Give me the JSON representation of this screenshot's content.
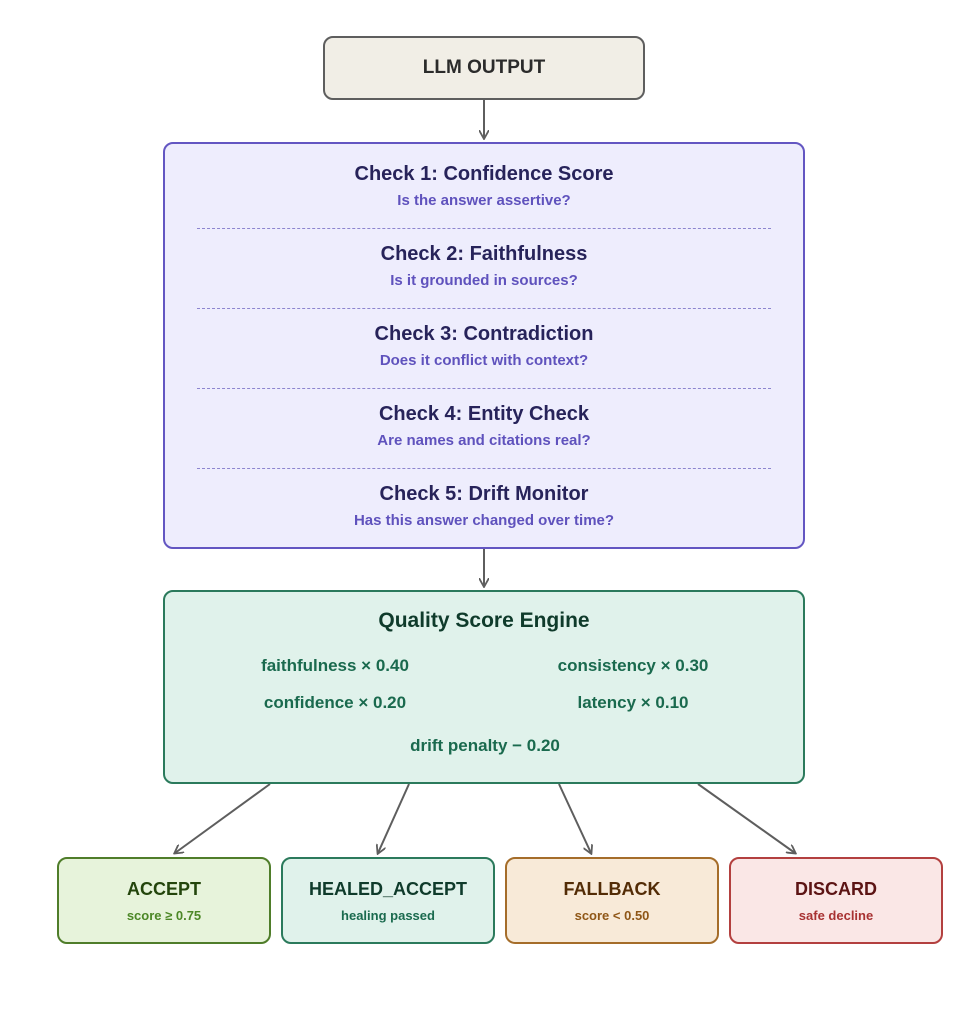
{
  "llm_output": {
    "label": "LLM OUTPUT"
  },
  "checks": [
    {
      "title": "Check 1: Confidence Score",
      "subtitle": "Is the answer assertive?"
    },
    {
      "title": "Check 2: Faithfulness",
      "subtitle": "Is it grounded in sources?"
    },
    {
      "title": "Check 3: Contradiction",
      "subtitle": "Does it conflict with context?"
    },
    {
      "title": "Check 4: Entity Check",
      "subtitle": "Are names and citations real?"
    },
    {
      "title": "Check 5: Drift Monitor",
      "subtitle": "Has this answer changed over time?"
    }
  ],
  "engine": {
    "title": "Quality Score Engine",
    "terms": {
      "faithfulness": "faithfulness × 0.40",
      "consistency": "consistency × 0.30",
      "confidence": "confidence × 0.20",
      "latency": "latency × 0.10",
      "drift": "drift penalty − 0.20"
    }
  },
  "outcomes": [
    {
      "label": "ACCEPT",
      "sub": "score ≥ 0.75",
      "bg": "#e7f3db",
      "border": "#4f7d2a",
      "label_color": "#24450c",
      "sub_color": "#4c8726"
    },
    {
      "label": "HEALED_ACCEPT",
      "sub": "healing passed",
      "bg": "#e0f2eb",
      "border": "#2b7a5c",
      "label_color": "#0f3b2b",
      "sub_color": "#1a6a4e"
    },
    {
      "label": "FALLBACK",
      "sub": "score < 0.50",
      "bg": "#f8ead8",
      "border": "#a56d2a",
      "label_color": "#532c06",
      "sub_color": "#8f5717"
    },
    {
      "label": "DISCARD",
      "sub": "safe decline",
      "bg": "#fae7e6",
      "border": "#b3403f",
      "label_color": "#5c1414",
      "sub_color": "#a83232"
    }
  ]
}
